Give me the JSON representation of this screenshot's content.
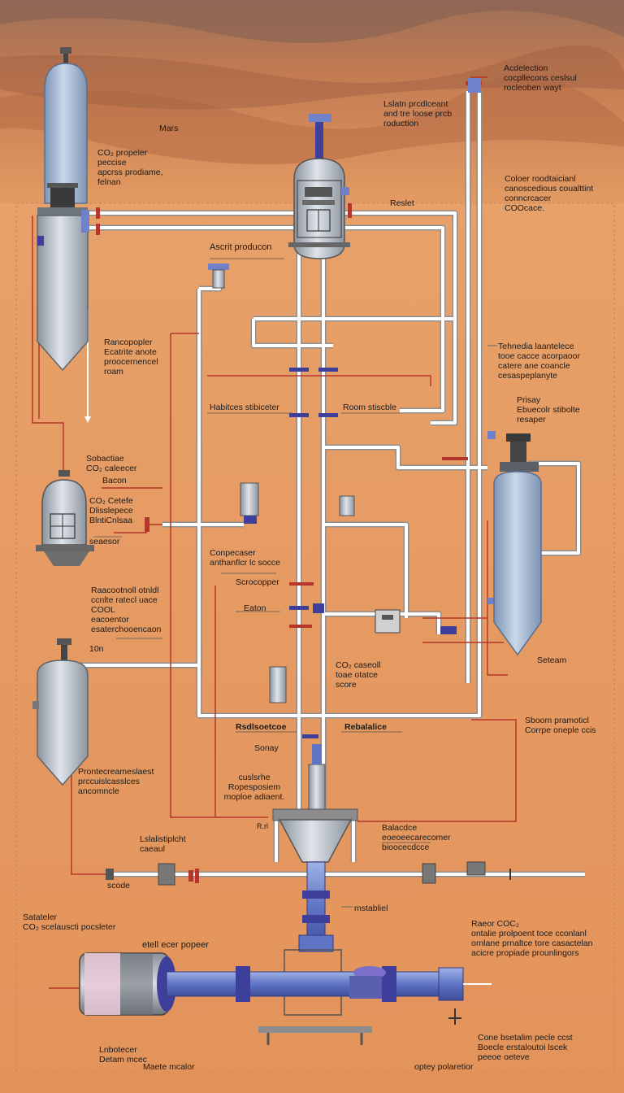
{
  "labels": {
    "mars": "Mars",
    "co2_propeller": "CO₂ propeler\npeccise\napcrss prodiame,\nfelnan",
    "lateral_production": "Lslatn prcdlceant\nand tre loose prcb\nroduction",
    "acceleration_production": "Acdelection\ncocpllecons ceslsul\nrocleoben wayt",
    "color_production": "Coloer roodtaicianl\ncanoscedious coualttint\nconncrcacer\nCOOcace.",
    "reset": "Reslet",
    "ascent_production": "Ascrit producon",
    "rangopopler": "Rancopopler\nEcatrite anote\nproocernencel\nroam",
    "technical_bleach": "Tehnedia laantelece\ntooe cacce acorpaoor\ncatere ane coancle\ncesaspeplanyte",
    "habitat_stabilizer": "Habitces stibiceter",
    "room_stable": "Room stiscble",
    "primary_reactor": "Prisay\nEbuecolr stibolte\nresaper",
    "co2_catalyst": "Sobactiae\nCO₂ caleecer",
    "bacon": "Bacon",
    "co2_catalyst_2": "CO₂ Cetefe\nDlisslepece\nBlntiCnlsaa",
    "sensor": "seaesor",
    "compressor": "Conpecaser\nanthanflcr lc socce",
    "scrocopper": "Scrocopper",
    "eaton": "Eaton",
    "reaction_stabilizer": "Raacootnoll otnldl\nccnlte ratecl uace\nCOOL\neacoentor\nesaterchooencaon",
    "ten": "10n",
    "co2_capsule": "CO₂ caseoll\ntoae otatce\nscore",
    "steam": "Seteam",
    "radioactive": "Rsdlsoetcoe",
    "rebalance": "Rebalalice",
    "sorry": "Sonay",
    "steam_promotion": "Sboom pramoticl\nCorrpe oneple ccis",
    "pressure_ascent": "Prontecreameslaest\nprccuislcasslces\nancomncle",
    "audience_pressure": "cuslsrhe\nRopesposiem\nmoploe adiaent.",
    "r_label": "R.rl",
    "sensitive_caste": "Lslalistiplcht\ncaeaul",
    "scode": "scode",
    "balance_processor": "Balacdce\neoeoeecarecomer\nbioocecdcce",
    "mstabiliei": "mstabliel",
    "co2_processor": "Satateler\nCO₂ scelauscti pocsleter",
    "steel_pepper": "etell ecer popeer",
    "reactor_co2": "Raeor COC₂\nontalie prolpoent toce cconlanl\nornlane prnaltce tore casactelan\nacicre propiade prounlingors",
    "laboratory": "Lnbotecer\nDetam mcec",
    "marine_motor": "Maete mcalor",
    "conveyor_pecle": "Cone bsetalim pecle ccst\nBoecle erstaloutoi lscek\npeeoe oeteve",
    "optimal_polarization": "optey polaretior"
  },
  "colors": {
    "sky_top": "#b9876a",
    "sky_band": "#a8684a",
    "ground": "#e6a06a",
    "ground_dark": "#d98e55",
    "pipe_white": "#ffffff",
    "pipe_outline": "#8f8f8f",
    "pipe_red": "#b5372b",
    "pipe_blue": "#6f82c9",
    "tank_blue": "#a8bfd9",
    "tank_gray": "#b7bec6",
    "navy": "#3d3f9a"
  }
}
